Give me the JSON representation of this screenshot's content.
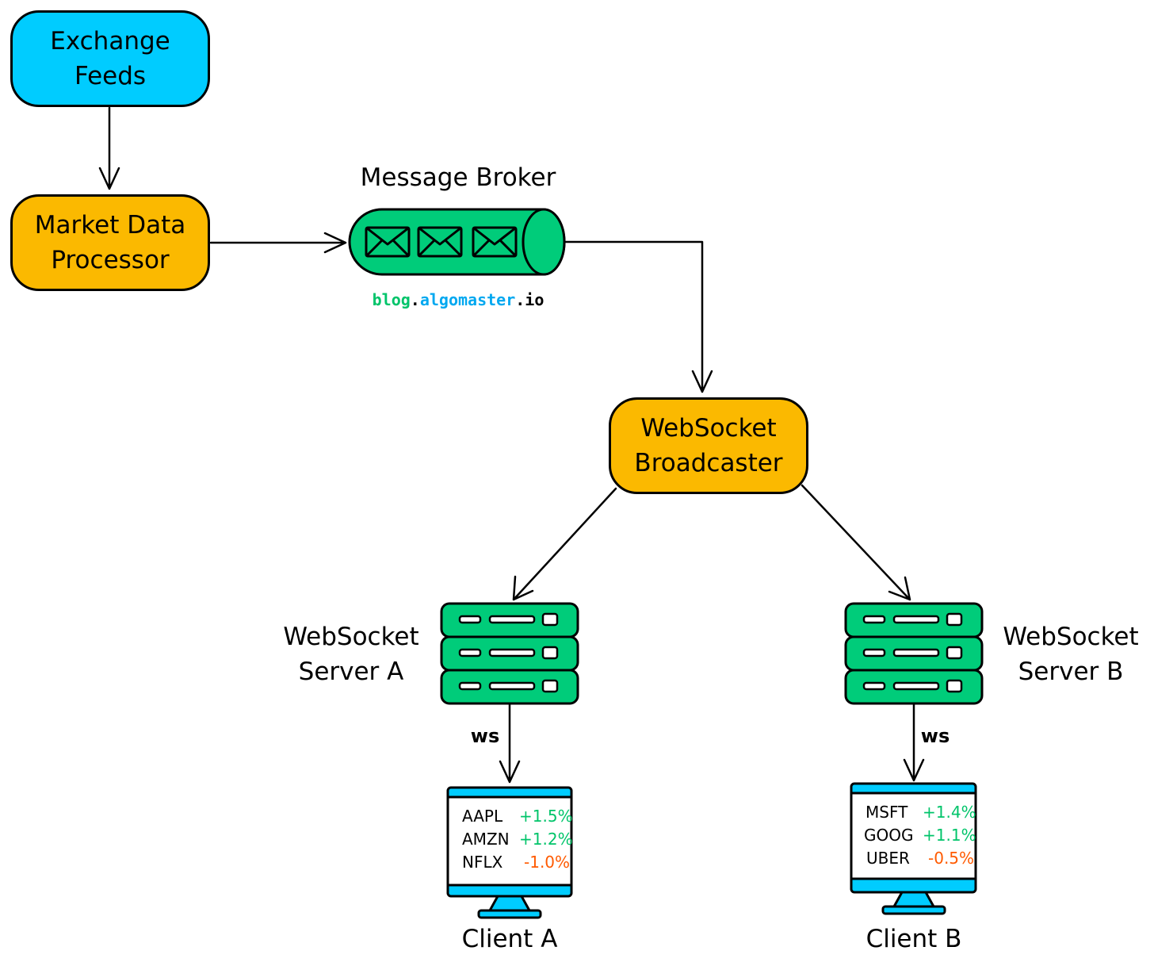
{
  "colors": {
    "blue": "#00ccff",
    "amber": "#fbb900",
    "green": "#00cc7a",
    "positive": "#00c46a",
    "negative": "#ff5a00",
    "brand_blue": "#00a8f0"
  },
  "nodes": {
    "exchange_feeds": {
      "line1": "Exchange",
      "line2": "Feeds"
    },
    "market_data_processor": {
      "line1": "Market Data",
      "line2": "Processor"
    },
    "message_broker": {
      "label": "Message Broker"
    },
    "websocket_broadcaster": {
      "line1": "WebSocket",
      "line2": "Broadcaster"
    },
    "server_a": {
      "line1": "WebSocket",
      "line2": "Server A"
    },
    "server_b": {
      "line1": "WebSocket",
      "line2": "Server B"
    },
    "client_a": {
      "label": "Client A"
    },
    "client_b": {
      "label": "Client B"
    }
  },
  "connections": {
    "ws_a": "ws",
    "ws_b": "ws"
  },
  "watermark": {
    "part1": "blog",
    "dot1": ".",
    "part2": "algomaster",
    "dot2": ".",
    "part3": "io"
  },
  "client_a_quotes": [
    {
      "symbol": "AAPL",
      "change": "+1.5%"
    },
    {
      "symbol": "AMZN",
      "change": "+1.2%"
    },
    {
      "symbol": "NFLX",
      "change": "-1.0%"
    }
  ],
  "client_b_quotes": [
    {
      "symbol": "MSFT",
      "change": "+1.4%"
    },
    {
      "symbol": "GOOG",
      "change": "+1.1%"
    },
    {
      "symbol": "UBER",
      "change": "-0.5%"
    }
  ]
}
